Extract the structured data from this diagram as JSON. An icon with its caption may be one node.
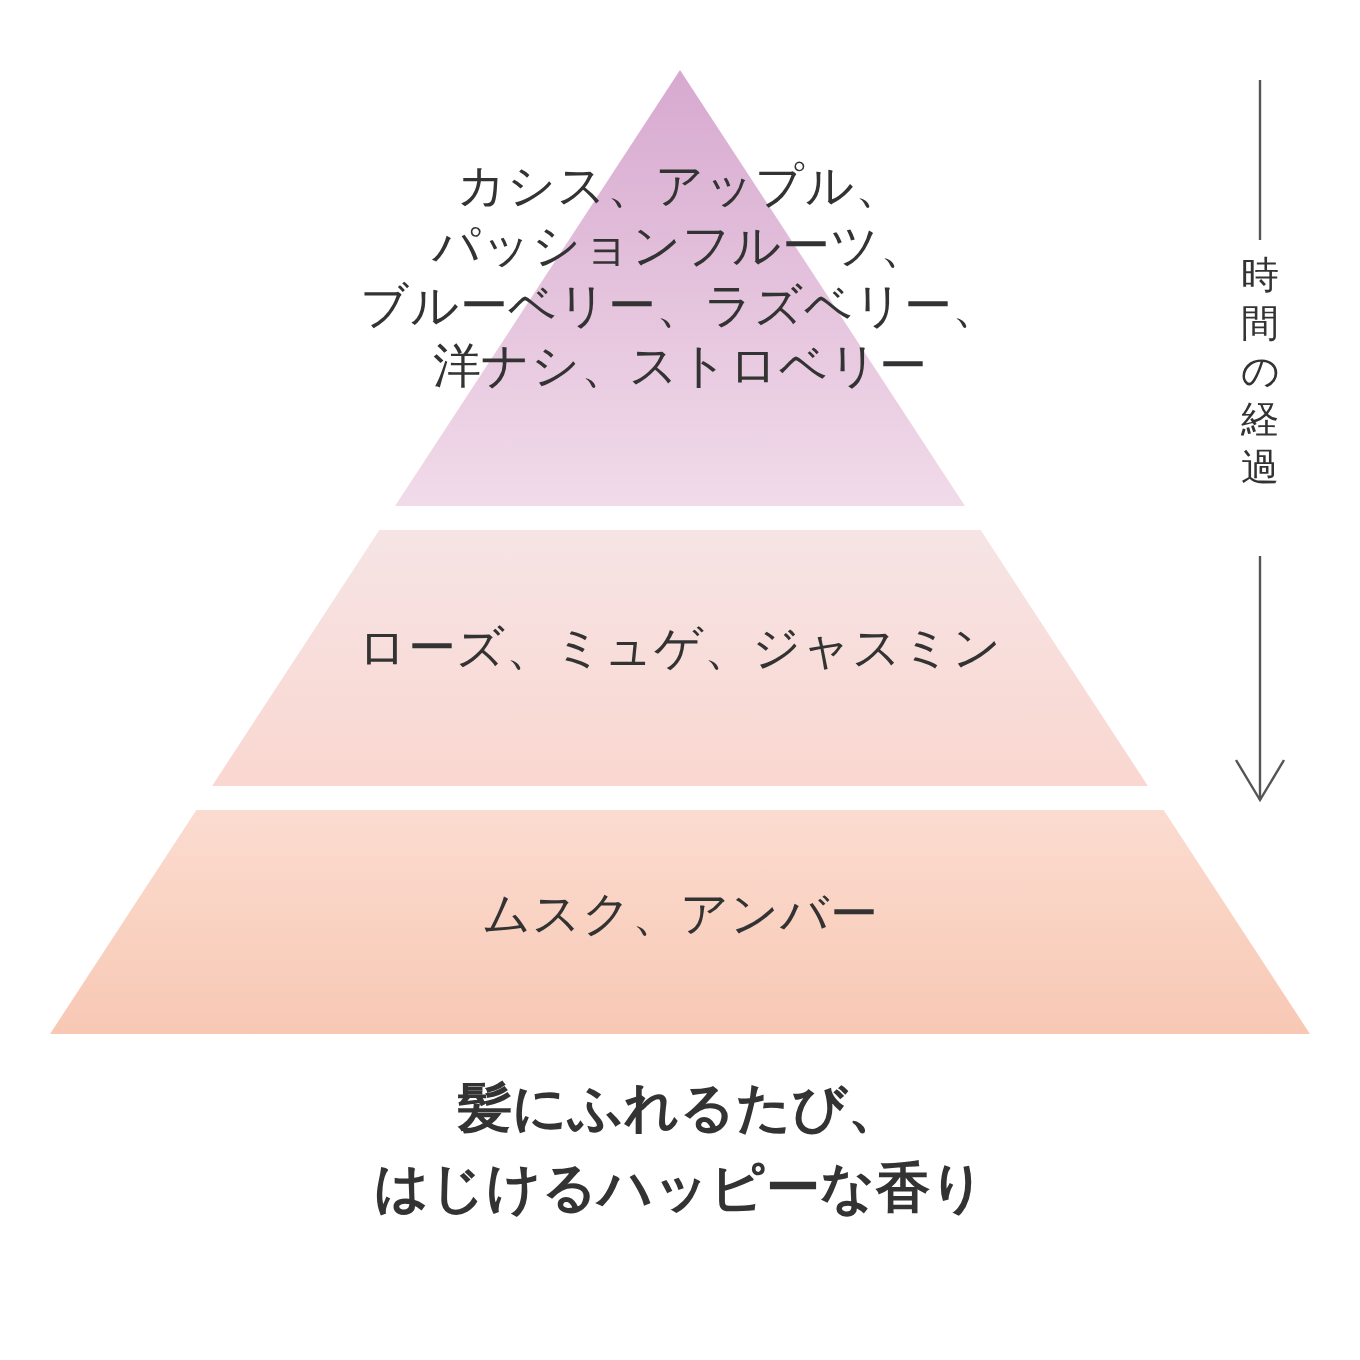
{
  "diagram": {
    "caption": "髪にふれるたび、はじけるハッピーな香り",
    "nodes": [
      {
        "text": [
          "カシス、アップル、パッションフルーツ、ブルーベリー、ラズベリー、洋ナシ、ストロベリー"
        ]
      },
      {
        "text": [
          "ローズ、ミュゲ、ジャスミン"
        ]
      },
      {
        "text": [
          "ムスク、アンバー"
        ]
      }
    ],
    "labels": [
      "時間の経過"
    ]
  }
}
